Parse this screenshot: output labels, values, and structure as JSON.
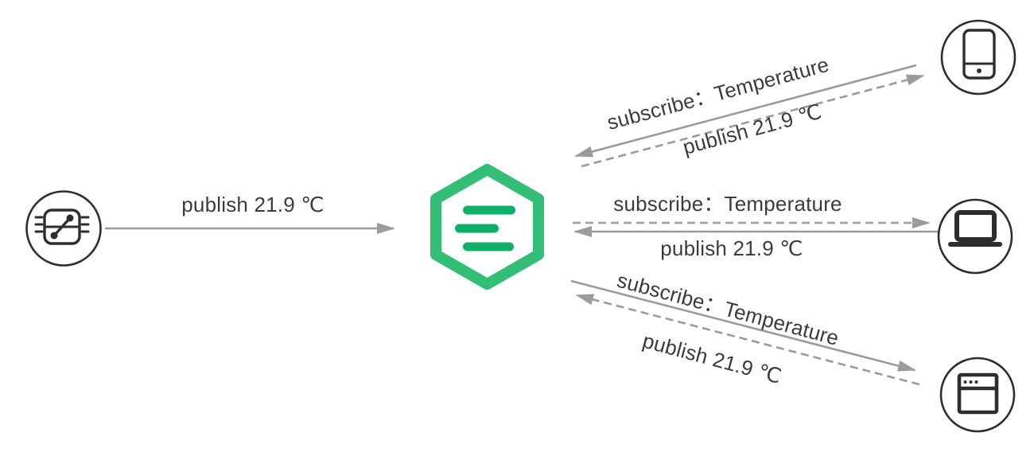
{
  "colors": {
    "arrow": "#9b9b9b",
    "text": "#3b3b3b",
    "icon": "#2e2e2e",
    "brand_outline": "#33be78",
    "brand_bar": "#0db066"
  },
  "diagram": {
    "type": "mqtt-publish-subscribe-flow",
    "broker": {
      "logo": "emqx-hexagon-logo"
    },
    "publisher": {
      "icon": "sensor-chip-icon",
      "edge": {
        "label": "publish 21.9 ℃",
        "style": "solid",
        "direction": "sensor-to-broker"
      }
    },
    "subscribers": [
      {
        "icon": "smartphone-icon",
        "subscribe_label": "subscribe：Temperature",
        "publish_label": "publish 21.9 ℃"
      },
      {
        "icon": "laptop-icon",
        "subscribe_label": "subscribe：Temperature",
        "publish_label": "publish 21.9 ℃"
      },
      {
        "icon": "browser-window-icon",
        "subscribe_label": "subscribe：Temperature",
        "publish_label": "publish 21.9 ℃"
      }
    ]
  }
}
